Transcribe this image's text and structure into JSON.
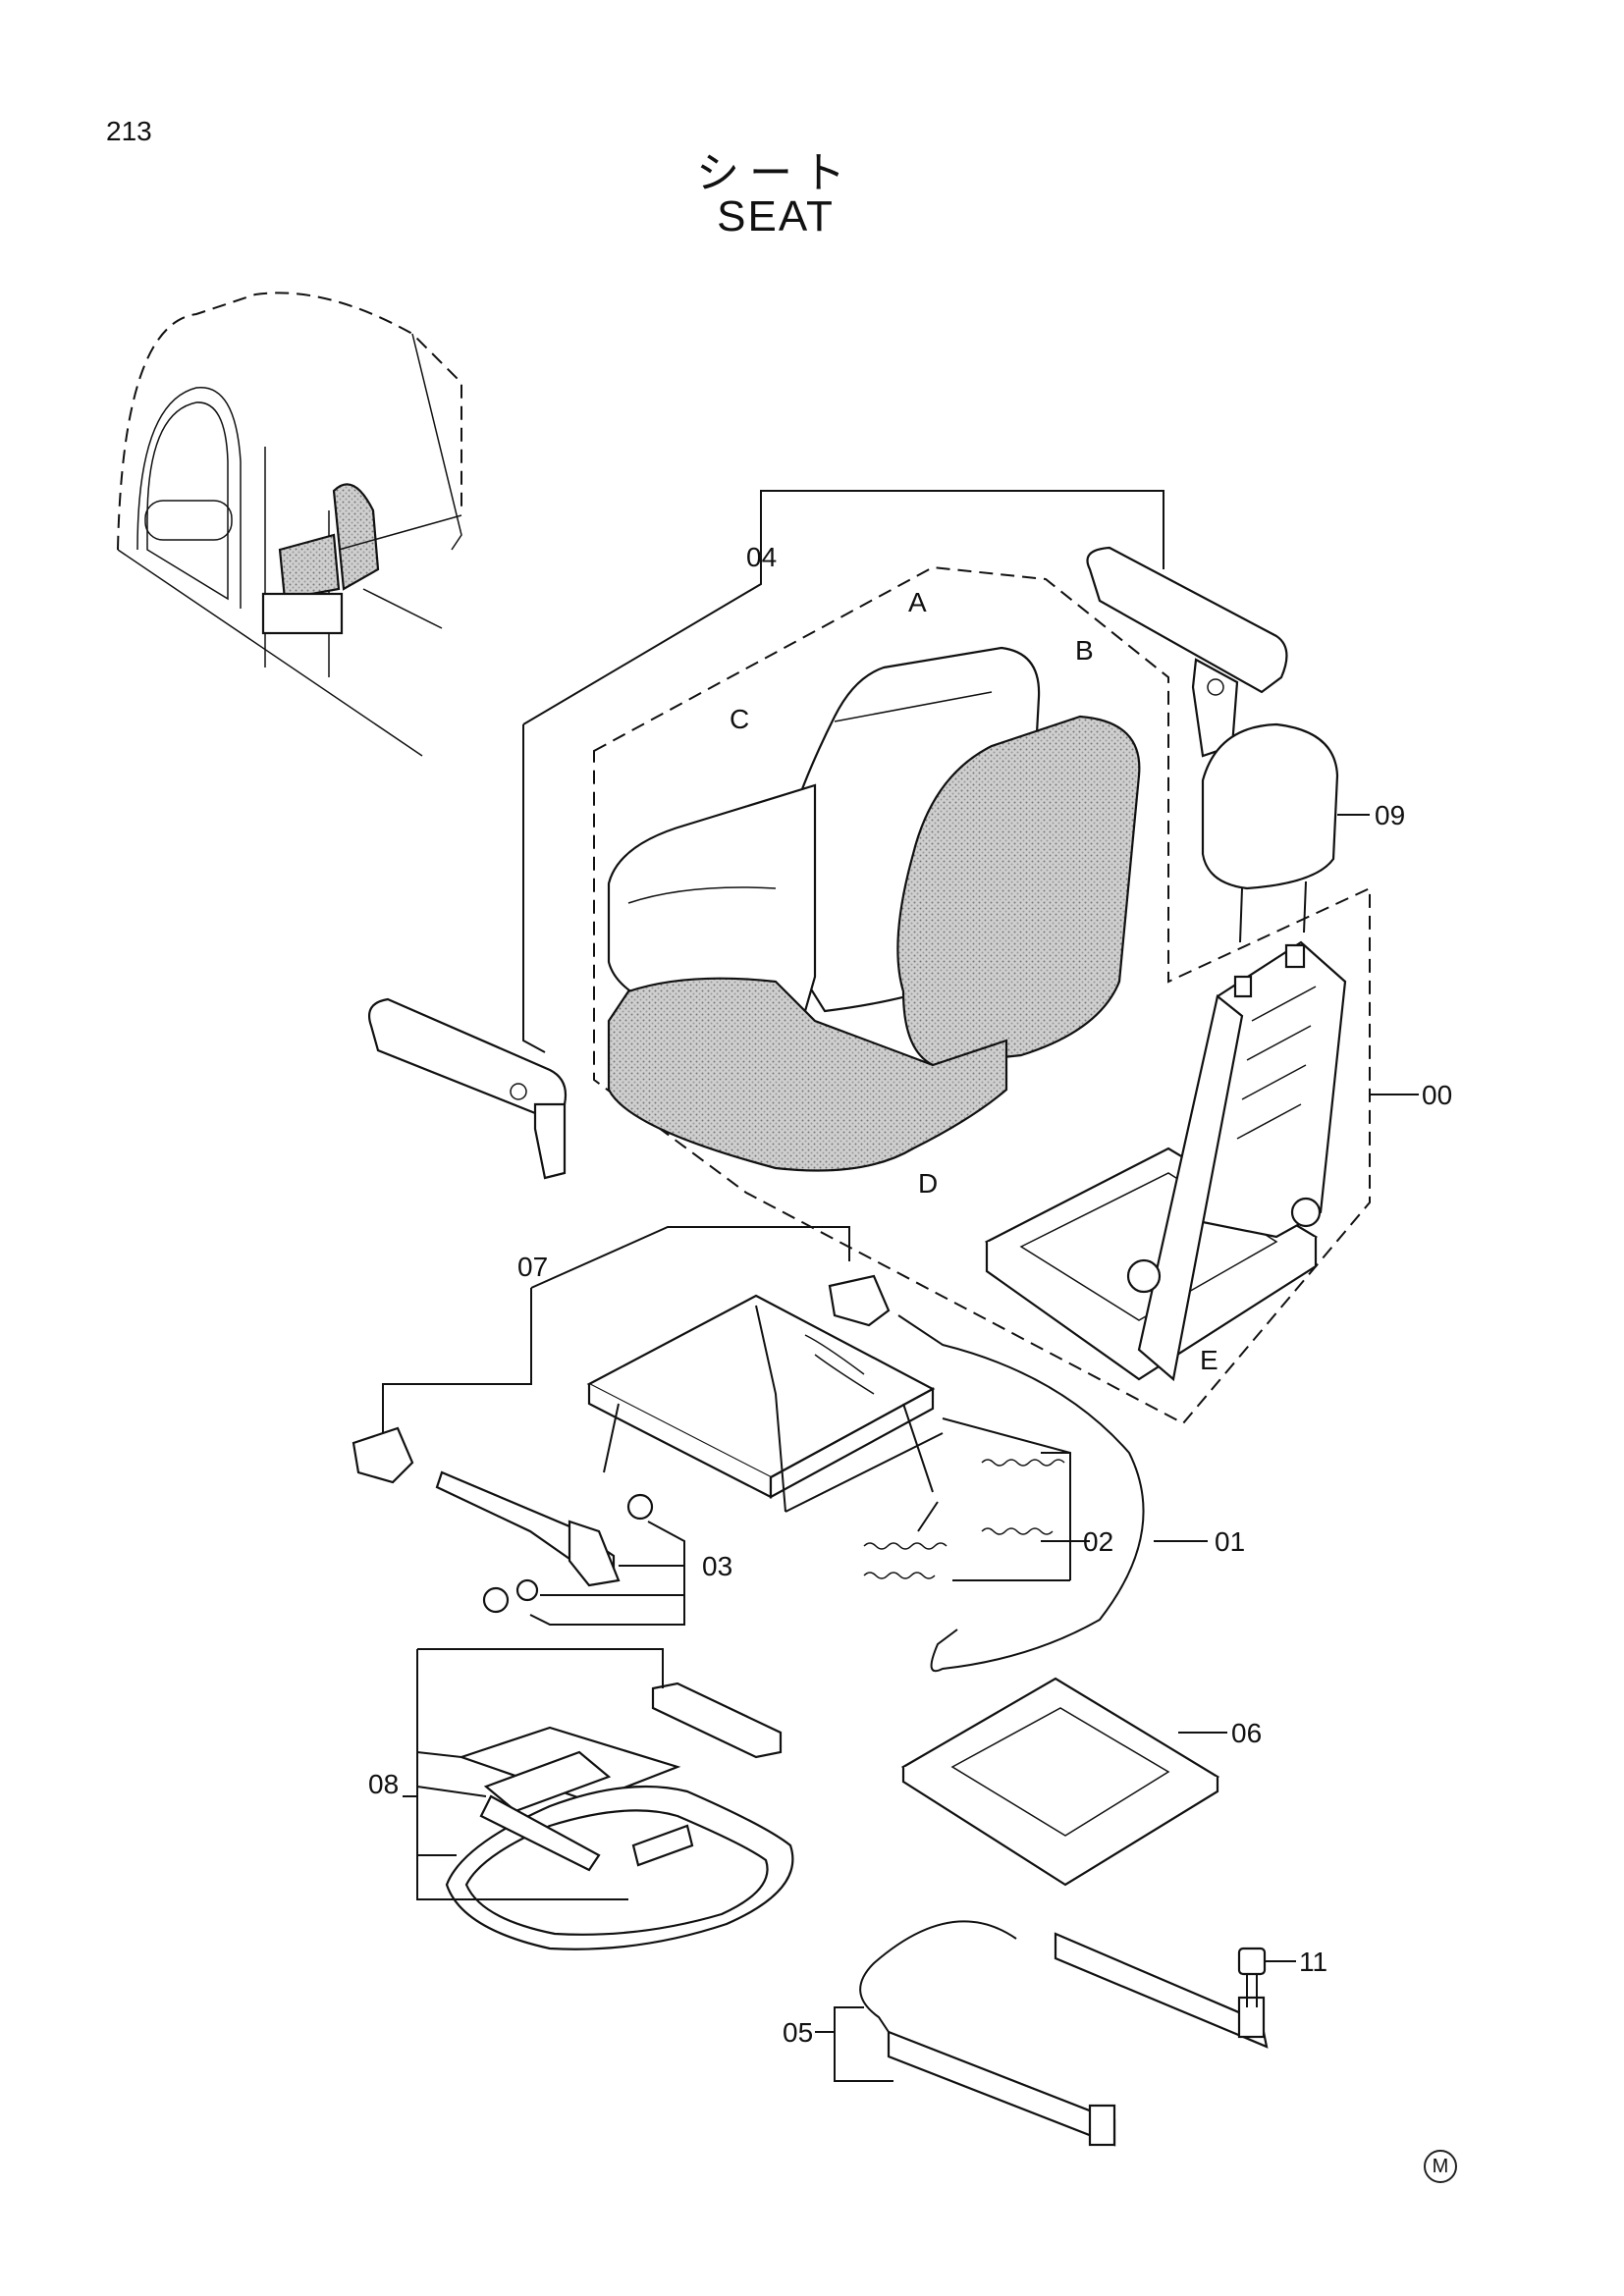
{
  "page_number": "213",
  "title_jp": "シート",
  "title_en": "SEAT",
  "corner_mark": "M",
  "callouts": {
    "p00": "00",
    "p01": "01",
    "p02": "02",
    "p03": "03",
    "p04": "04",
    "p05": "05",
    "p06": "06",
    "p07": "07",
    "p08": "08",
    "p09": "09",
    "p11": "11",
    "A": "A",
    "B": "B",
    "C": "C",
    "D": "D",
    "E": "E"
  }
}
